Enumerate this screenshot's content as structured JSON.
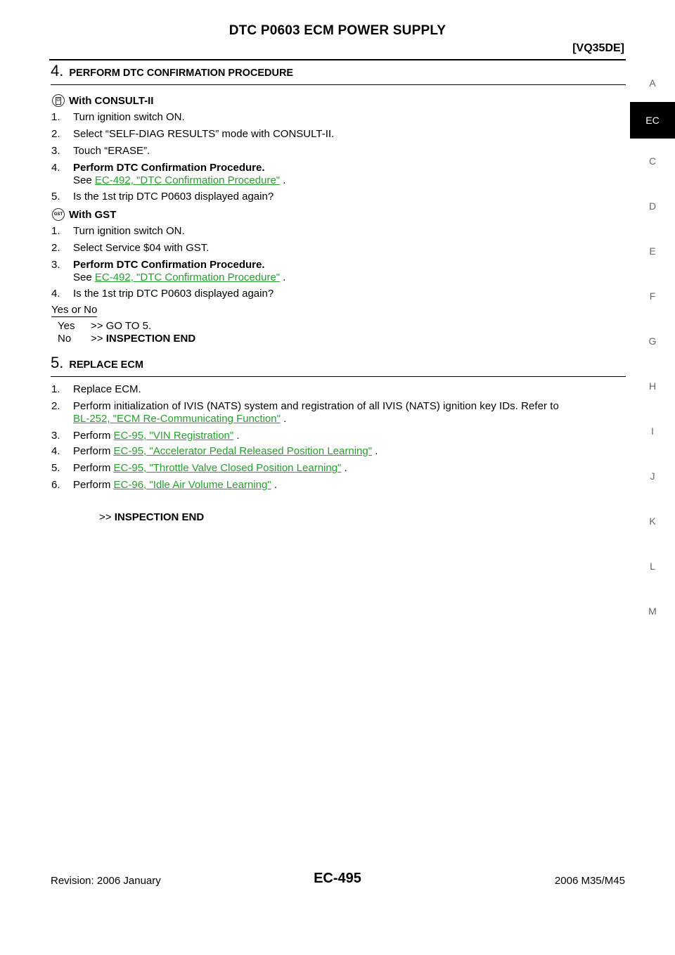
{
  "header": {
    "title": "DTC P0603 ECM POWER SUPPLY",
    "variant": "[VQ35DE]"
  },
  "side_tabs": [
    "A",
    "EC",
    "C",
    "D",
    "E",
    "F",
    "G",
    "H",
    "I",
    "J",
    "K",
    "L",
    "M"
  ],
  "side_tab_active": "EC",
  "step4": {
    "number": "4.",
    "title": "PERFORM DTC CONFIRMATION PROCEDURE",
    "consult": {
      "icon": "consult-icon",
      "heading": "With CONSULT-II",
      "items": [
        {
          "n": "1.",
          "text": "Turn ignition switch ON."
        },
        {
          "n": "2.",
          "text": "Select “SELF-DIAG RESULTS” mode with CONSULT-II."
        },
        {
          "n": "3.",
          "text": "Touch “ERASE”."
        },
        {
          "n": "4.",
          "text": "Perform DTC Confirmation Procedure.",
          "see": "See ",
          "link": "EC-492, \"DTC Confirmation Procedure\"",
          "tail": " ."
        },
        {
          "n": "5.",
          "text": "Is the 1st trip DTC P0603 displayed again?"
        }
      ]
    },
    "gst": {
      "icon": "gst-icon",
      "icon_text": "GST",
      "heading": "With GST",
      "items": [
        {
          "n": "1.",
          "text": "Turn ignition switch ON."
        },
        {
          "n": "2.",
          "text": "Select Service $04 with GST."
        },
        {
          "n": "3.",
          "text": "Perform DTC Confirmation Procedure.",
          "see": "See ",
          "link": "EC-492, \"DTC Confirmation Procedure\"",
          "tail": " ."
        },
        {
          "n": "4.",
          "text": "Is the 1st trip DTC P0603 displayed again?"
        }
      ]
    },
    "yes_or_no": "Yes or No",
    "yes_label": "Yes",
    "yes_action": ">> GO TO 5.",
    "no_label": "No",
    "no_arrow": ">>",
    "no_action": "INSPECTION END"
  },
  "step5": {
    "number": "5.",
    "title": "REPLACE ECM",
    "items": [
      {
        "n": "1.",
        "text": "Replace ECM."
      },
      {
        "n": "2.",
        "text": "Perform initialization of IVIS (NATS) system and registration of all IVIS (NATS) ignition key IDs. Refer to",
        "link": "BL-252, \"ECM Re-Communicating Function\"",
        "tail": " ."
      },
      {
        "n": "3.",
        "text": "Perform ",
        "link": "EC-95, \"VIN Registration\"",
        "tail": " ."
      },
      {
        "n": "4.",
        "text": "Perform ",
        "link": "EC-95, \"Accelerator Pedal Released Position Learning\"",
        "tail": " ."
      },
      {
        "n": "5.",
        "text": "Perform ",
        "link": "EC-95, \"Throttle Valve Closed Position Learning\"",
        "tail": " ."
      },
      {
        "n": "6.",
        "text": "Perform ",
        "link": "EC-96, \"Idle Air Volume Learning\"",
        "tail": " ."
      }
    ],
    "end_arrow": ">>",
    "end_action": "INSPECTION END"
  },
  "footer": {
    "revision": "Revision: 2006 January",
    "page": "EC-495",
    "model": "2006 M35/M45"
  },
  "colors": {
    "link": "#25a02c",
    "active_tab_bg": "#000000",
    "tab_text": "#666666"
  }
}
